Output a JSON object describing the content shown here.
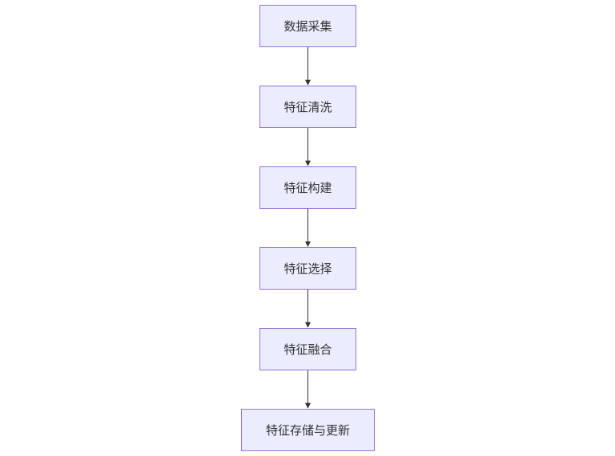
{
  "flowchart": {
    "nodes": [
      {
        "label": "数据采集"
      },
      {
        "label": "特征清洗"
      },
      {
        "label": "特征构建"
      },
      {
        "label": "特征选择"
      },
      {
        "label": "特征融合"
      },
      {
        "label": "特征存储与更新"
      }
    ],
    "colors": {
      "node_fill": "#ececff",
      "node_border": "#9370db",
      "edge": "#333333",
      "text": "#333333"
    }
  }
}
